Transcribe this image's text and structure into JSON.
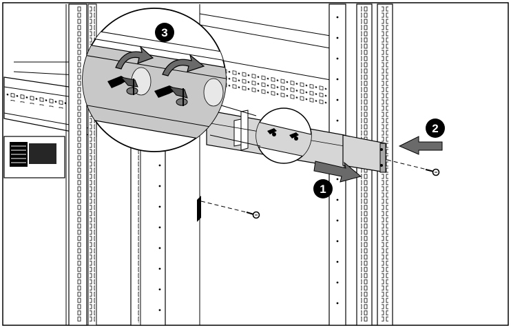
{
  "figure": {
    "type": "rack-rail-installation-illustration",
    "colors": {
      "ink": "#000000",
      "paper": "#ffffff",
      "rail_gray": "#c8c8c8",
      "rail_dark": "#a8a8a8",
      "arrow_gray": "#6a6a6a",
      "marker_fill": "#000000",
      "marker_text": "#ffffff"
    },
    "steps": [
      {
        "number": "1",
        "action": "slide-rail-toward-front-post"
      },
      {
        "number": "2",
        "action": "align-screw-with-front-post"
      },
      {
        "number": "3",
        "action": "tighten-wing-nuts-clockwise"
      }
    ],
    "icons": [
      "screw-icon",
      "wing-nut-icon",
      "rotate-arrow-icon",
      "push-arrow-icon"
    ]
  }
}
